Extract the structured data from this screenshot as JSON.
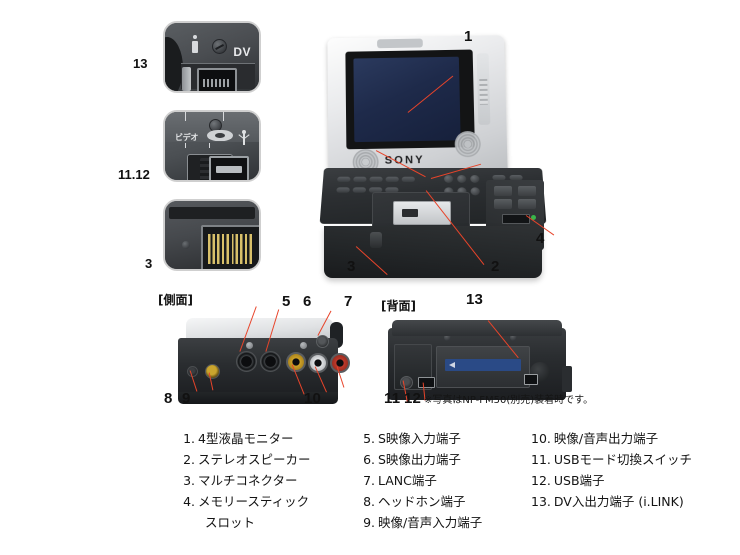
{
  "document": {
    "type": "product-parts-diagram",
    "subject": "Sony portable DV video deck with LCD monitor",
    "brand_logo": "SONY"
  },
  "colors": {
    "leader_line": "#e8442a",
    "lcd_screen": "#1e2a4a",
    "body_dark": "#2a2d30",
    "lid_silver": "#e9eaec",
    "rca_yellow": "#cfa227",
    "rca_white": "#e2e4e6",
    "rca_red": "#c0392b",
    "battery_label_blue": "#2a4a86",
    "memory_stick_led": "#39b54a",
    "connector_pin_gold": "#d8c06a"
  },
  "detail_panels": [
    {
      "id": "panel-dv",
      "number_label": "13",
      "port_text": "DV",
      "icon": "ilink-icon",
      "caption": "DV jack close-up"
    },
    {
      "id": "panel-usb",
      "number_label": "11.12",
      "switch_text": "ビデオ",
      "icon": "usb-icon",
      "caption": "USB mode switch and USB jack close-up"
    },
    {
      "id": "panel-multi",
      "number_label": "3",
      "caption": "Multi connector close-up"
    }
  ],
  "hero_view": {
    "logo": "SONY",
    "callouts": [
      {
        "number": "1",
        "target": "lcd-monitor"
      },
      {
        "number": "2",
        "target": "stereo-speaker"
      },
      {
        "number": "3",
        "target": "multi-connector"
      },
      {
        "number": "4",
        "target": "memory-stick-slot"
      }
    ]
  },
  "side_view": {
    "heading": "[側面]",
    "callouts": [
      {
        "number": "5",
        "target": "s-video-in"
      },
      {
        "number": "6",
        "target": "s-video-out"
      },
      {
        "number": "7",
        "target": "lanc-jack"
      },
      {
        "number": "8",
        "target": "headphone-jack"
      },
      {
        "number": "9",
        "target": "av-in-jack"
      },
      {
        "number": "10",
        "target": "av-out-jacks"
      }
    ]
  },
  "rear_view": {
    "heading": "[背面]",
    "note": "※写真はNP-FM50(別売)装着時です。",
    "callouts": [
      {
        "number": "11",
        "target": "usb-mode-switch"
      },
      {
        "number": "12",
        "target": "usb-jack"
      },
      {
        "number": "13",
        "target": "dv-jack"
      }
    ]
  },
  "legend": {
    "columns": [
      {
        "items": [
          {
            "num": "1.",
            "text": "4型液晶モニター"
          },
          {
            "num": "2.",
            "text": "ステレオスピーカー"
          },
          {
            "num": "3.",
            "text": "マルチコネクター"
          },
          {
            "num": "4.",
            "text": "メモリースティック"
          },
          {
            "num": "",
            "text": "スロット",
            "continuation": true
          }
        ]
      },
      {
        "items": [
          {
            "num": "5.",
            "text": "S映像入力端子"
          },
          {
            "num": "6.",
            "text": "S映像出力端子"
          },
          {
            "num": "7.",
            "text": "LANC端子"
          },
          {
            "num": "8.",
            "text": "ヘッドホン端子"
          },
          {
            "num": "9.",
            "text": "映像/音声入力端子"
          }
        ]
      },
      {
        "items": [
          {
            "num": "10.",
            "text": "映像/音声出力端子"
          },
          {
            "num": "11.",
            "text": "USBモード切換スイッチ"
          },
          {
            "num": "12.",
            "text": "USB端子"
          },
          {
            "num": "13.",
            "text": "DV入出力端子 (i.LINK)"
          }
        ]
      }
    ]
  }
}
